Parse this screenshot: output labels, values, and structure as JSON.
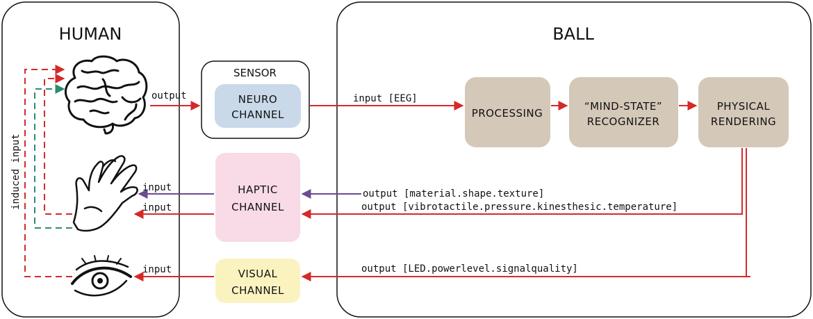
{
  "sections": {
    "human": "HUMAN",
    "ball": "BALL"
  },
  "sensor": {
    "title": "SENSOR",
    "neuro_line1": "NEURO",
    "neuro_line2": "CHANNEL"
  },
  "haptic": {
    "line1": "HAPTIC",
    "line2": "CHANNEL"
  },
  "visual": {
    "line1": "VISUAL",
    "line2": "CHANNEL"
  },
  "processing": {
    "label": "PROCESSING"
  },
  "recognizer": {
    "line1": "“MIND-STATE”",
    "line2": "RECOGNIZER"
  },
  "rendering": {
    "line1": "PHYSICAL",
    "line2": "RENDERING"
  },
  "labels": {
    "output": "output",
    "input_eeg": "input [EEG]",
    "haptic_input_1": "input",
    "haptic_input_2": "input",
    "visual_input": "input",
    "out_material": "output [material.shape.texture]",
    "out_vibro": "output [vibrotactile.pressure.kinesthesic.temperature]",
    "out_led": "output [LED.powerlevel.signalquality]",
    "induced_input": "induced input"
  },
  "icons": {
    "brain": "brain-icon",
    "hand": "hand-icon",
    "eye": "eye-icon"
  },
  "colors": {
    "red_arrow": "#d42a2a",
    "purple_arrow": "#6a4c93",
    "green_dashed": "#2e8b6e",
    "neuro_fill": "#c9d9ea",
    "haptic_fill": "#f8dbe6",
    "visual_fill": "#faf3c0",
    "process_fill": "#d4c8b8"
  }
}
